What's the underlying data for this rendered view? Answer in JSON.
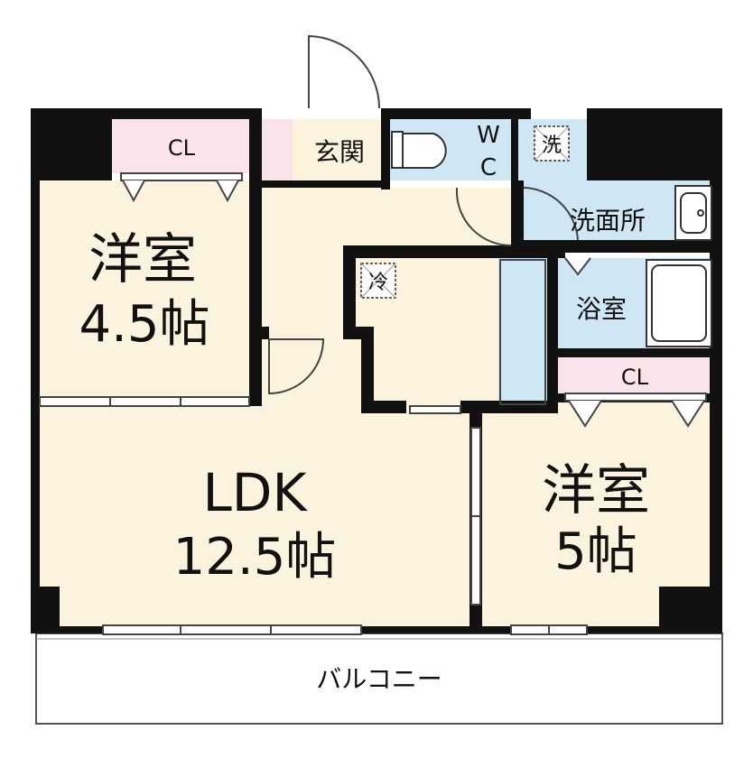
{
  "rooms": {
    "western_room_a": {
      "name": "洋室",
      "size": "4.5帖"
    },
    "ldk": {
      "name": "LDK",
      "size": "12.5帖"
    },
    "western_room_b": {
      "name": "洋室",
      "size": "5帖"
    },
    "closet_a": "CL",
    "closet_b": "CL",
    "entrance": "玄関",
    "wc_line1": "W",
    "wc_line2": "C",
    "washroom": "洗面所",
    "bathroom": "浴室",
    "balcony": "バルコニー"
  },
  "symbols": {
    "washer_mark": "洗",
    "fridge_mark": "冷"
  },
  "colors": {
    "room_fill": "#fbf3dd",
    "closet_fill": "#fbe3ea",
    "water_fill": "#cfe6f4",
    "wall": "#111111"
  }
}
